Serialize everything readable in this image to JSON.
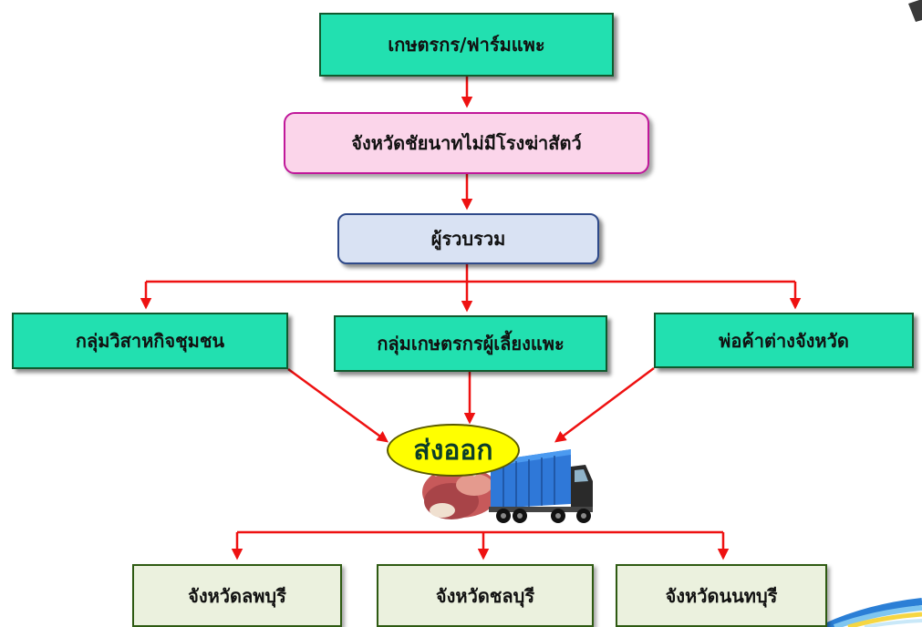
{
  "nodes": {
    "farmer": "เกษตรกร/ฟาร์มแพะ",
    "no_slaughterhouse": "จังหวัดชัยนาทไม่มีโรงฆ่าสัตว์",
    "collector": "ผู้รวบรวม",
    "community_enterprise": "กลุ่มวิสาหกิจชุมชน",
    "goat_farmer_group": "กลุ่มเกษตรกรผู้เลี้ยงแพะ",
    "provincial_traders": "พ่อค้าต่างจังหวัด",
    "export": "ส่งออก",
    "lopburi": "จังหวัดลพบุรี",
    "chonburi": "จังหวัดชลบุรี",
    "nonthaburi": "จังหวัดนนทบุรี"
  },
  "icons": {
    "meat": "meat-icon",
    "truck": "container-truck-icon",
    "decoration": "swoosh-decoration"
  },
  "colors": {
    "arrow": "#ee1111",
    "green_box": "#22e0b0",
    "pink_box": "#fbd5ea",
    "blue_box": "#d9e2f3",
    "pale_box": "#ebf1de",
    "oval": "#ffff00"
  }
}
